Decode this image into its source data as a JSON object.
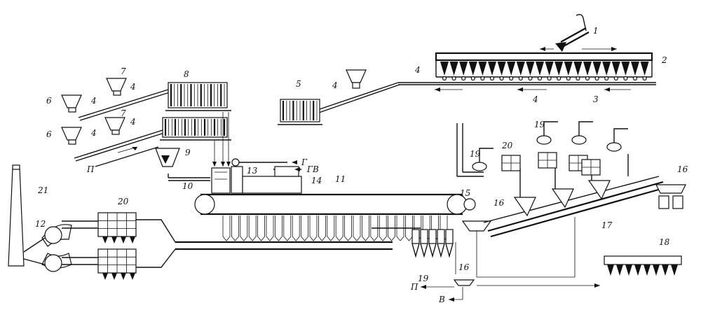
{
  "labels": {
    "n1": "1",
    "n2": "2",
    "n3": "3",
    "n4a": "4",
    "n4b": "4",
    "n4c": "4",
    "n4d": "4",
    "n4e": "4",
    "n4f": "4",
    "n4g": "4",
    "n5": "5",
    "n6a": "6",
    "n6b": "6",
    "n7a": "7",
    "n7b": "7",
    "n8": "8",
    "n9": "9",
    "n10": "10",
    "n11": "11",
    "n12": "12",
    "n13": "13",
    "n14": "14",
    "n15": "15",
    "n16a": "16",
    "n16b": "16",
    "n16c": "16",
    "n17": "17",
    "n18": "18",
    "n19a": "19",
    "n19b": "19",
    "n19c": "19",
    "n20a": "20",
    "n20b": "20",
    "n21": "21",
    "P1": "П",
    "P2": "П",
    "G": "Г",
    "GV": "ГВ",
    "V": "В"
  }
}
